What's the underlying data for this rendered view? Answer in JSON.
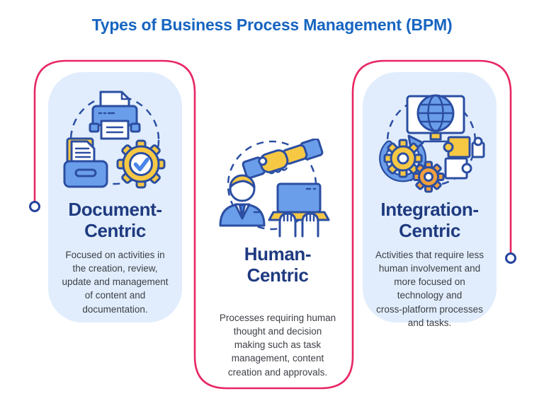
{
  "title": "Types of Business Process Management (BPM)",
  "colors": {
    "accent_pink": "#E82663",
    "title_blue": "#1665C0",
    "heading_navy": "#1E3A80",
    "body_gray": "#3C3F45",
    "card_bg": "#E1EDFC",
    "icon_navy": "#2B4EA2",
    "icon_blue": "#6B9EEA",
    "icon_yellow": "#F7C844",
    "icon_orange": "#F0A13E",
    "check_blue": "#4A86E8"
  },
  "cards": [
    {
      "heading": "Document-\nCentric",
      "body": "Focused on activities in\nthe creation, review,\nupdate and management\nof content and\ndocumentation.",
      "icons": [
        "printer-icon",
        "document-tray-icon",
        "approved-gear-icon"
      ]
    },
    {
      "heading": "Human-\nCentric",
      "body": "Processes requiring human\nthought and decision\nmaking such as task\nmanagement, content\ncreation and approvals.",
      "icons": [
        "handshake-icon",
        "businessman-icon",
        "laptop-typing-icon"
      ]
    },
    {
      "heading": "Integration-\nCentric",
      "body": "Activities that require less\nhuman involvement and\nmore focused on\ntechnology and\ncross-platform processes\nand tasks.",
      "icons": [
        "globe-monitor-icon",
        "sync-gear-icon",
        "gear-icon",
        "puzzle-icon"
      ]
    }
  ]
}
